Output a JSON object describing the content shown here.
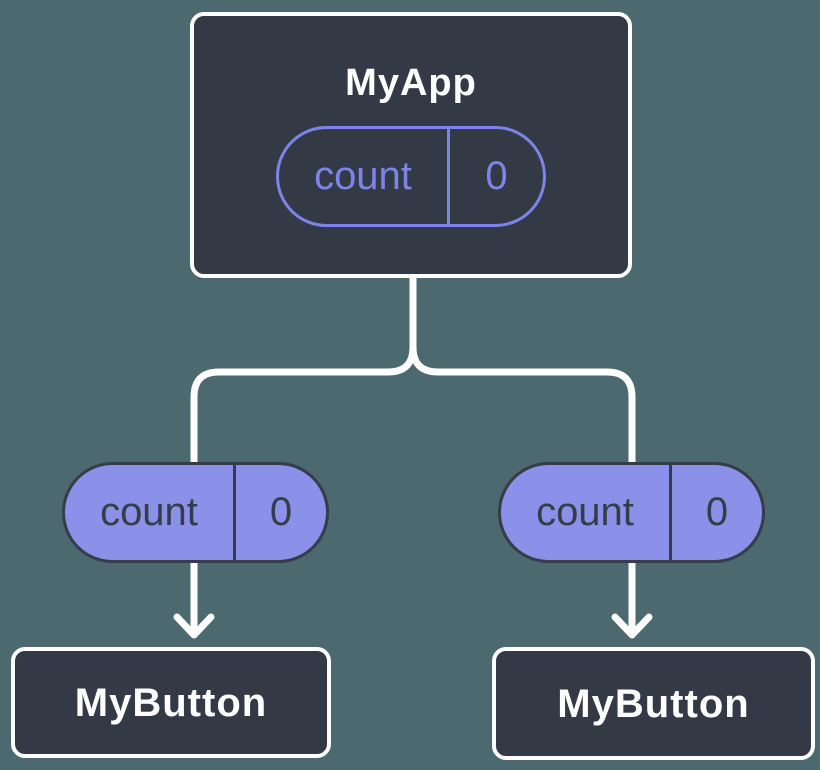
{
  "theme": {
    "bg": "#4c6970",
    "node_fill": "#333a46",
    "node_border": "#ffffff",
    "title_text": "#ffffff",
    "connector": "#ffffff",
    "accent": "#7d84e8",
    "pill_fill": "#8b90e8",
    "pill_dark": "#363c48"
  },
  "diagram": {
    "type": "component-tree",
    "root": {
      "title": "MyApp",
      "prop": {
        "name": "count",
        "value": "0"
      }
    },
    "children": [
      {
        "title": "MyButton",
        "prop": {
          "name": "count",
          "value": "0"
        }
      },
      {
        "title": "MyButton",
        "prop": {
          "name": "count",
          "value": "0"
        }
      }
    ]
  }
}
